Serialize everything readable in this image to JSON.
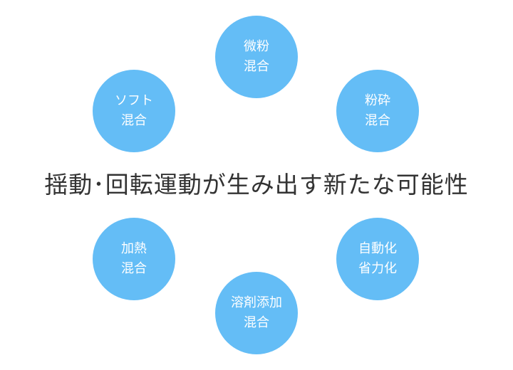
{
  "colors": {
    "circle": "#64bdf6",
    "headline": "#333333"
  },
  "headline": "揺動･回転運動が生み出す新たな可能性",
  "circles": [
    {
      "line1": "微粉",
      "line2": "混合"
    },
    {
      "line1": "粉砕",
      "line2": "混合"
    },
    {
      "line1": "ソフト",
      "line2": "混合"
    },
    {
      "line1": "加熱",
      "line2": "混合"
    },
    {
      "line1": "自動化",
      "line2": "省力化"
    },
    {
      "line1": "溶剤添加",
      "line2": "混合"
    }
  ]
}
